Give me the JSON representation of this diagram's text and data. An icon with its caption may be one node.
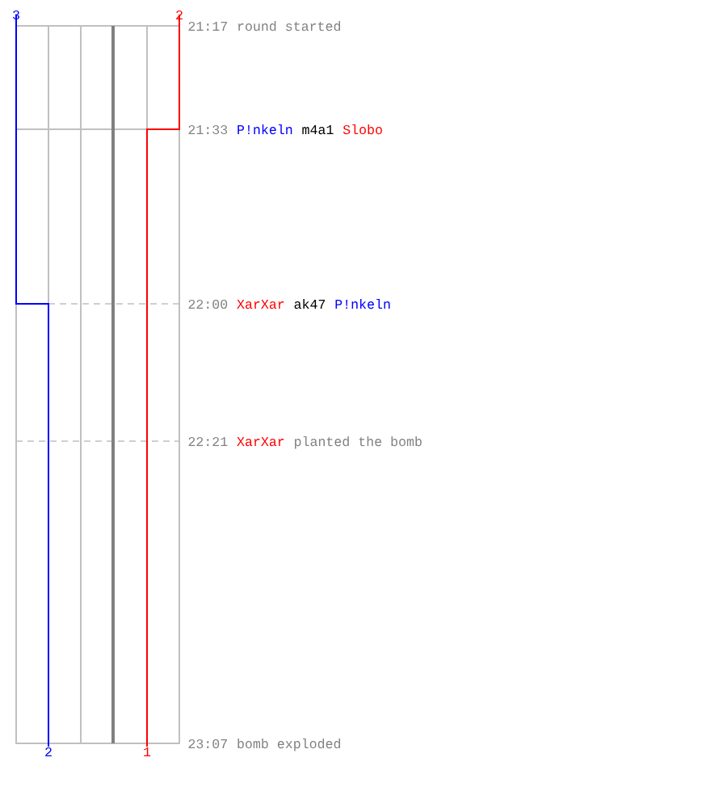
{
  "diagram": {
    "labels": [
      "3",
      "2",
      "21:17",
      "round started",
      "21:33",
      "P!nkeln",
      "m4a1",
      "Slobo",
      "22:00",
      "XarXar",
      "ak47",
      "P!nkeln",
      "22:21",
      "XarXar",
      "planted the bomb",
      "23:07",
      "bomb exploded",
      "2",
      "1"
    ]
  }
}
